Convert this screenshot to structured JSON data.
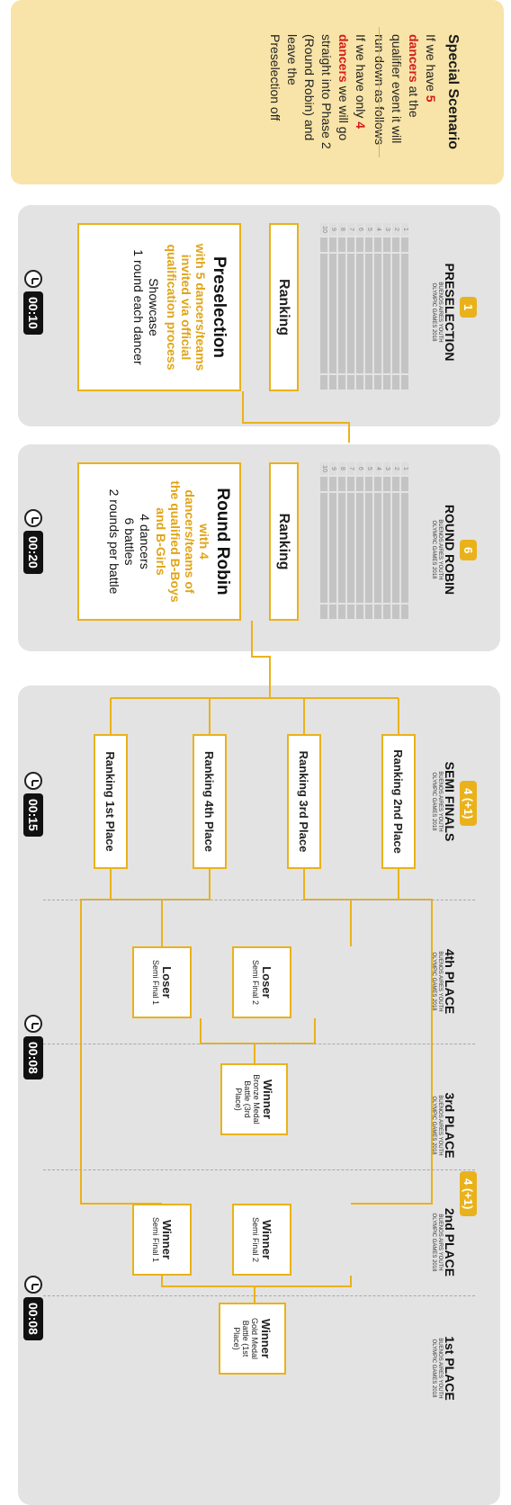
{
  "scenario": {
    "title": "Special Scenario",
    "p1_a": "If we have ",
    "p1_b": "5 dancers",
    "p1_c": " at the qualifier event it will run down as follows",
    "p2_a": "If we have only ",
    "p2_b": "4 dancers",
    "p2_c": " we will go straight into Phase 2 (Round Robin) and leave the Preselection off"
  },
  "phases": {
    "preselection": {
      "timer": "00:10",
      "title": "Preselection",
      "subtitle": "with 5 dancers/teams invited via official qualification process",
      "line1": "Showcase",
      "line2": "1 round each dancer",
      "ranking": "Ranking",
      "badge": "1",
      "label": "PRESELECTION",
      "sub1": "BUENOS AIRES YOUTH",
      "sub2": "OLYMPIC GAMES 2018"
    },
    "round_robin": {
      "timer": "00:20",
      "title": "Round Robin",
      "subtitle": "with 4 dancers/teams of the qualified B-Boys and B-Girls",
      "line1": "4 dancers",
      "line2": "6 battles",
      "line3": "2 rounds per battle",
      "ranking": "Ranking",
      "badge": "6",
      "label": "ROUND ROBIN",
      "sub1": "BUENOS AIRES YOUTH",
      "sub2": "OLYMPIC GAMES 2018"
    },
    "semi_finals": {
      "timer": "00:15",
      "badge": "4 (+1)",
      "label": "SEMI FINALS",
      "sub1": "BUENOS AIRES YOUTH",
      "sub2": "OLYMPIC GAMES 2018",
      "boxes": [
        "Ranking 1st Place",
        "Ranking 4th Place",
        "Ranking 3rd Place",
        "Ranking 2nd Place"
      ]
    },
    "fourth": {
      "label": "4th PLACE",
      "sub1": "BUENOS AIRES YOUTH",
      "sub2": "OLYMPIC GAMES 2018",
      "box1_title": "Loser",
      "box1_sub": "Semi Final 1",
      "box2_title": "Loser",
      "box2_sub": "Semi Final 2"
    },
    "third": {
      "timer": "00:08",
      "badge": "4 (+1)",
      "label": "3rd PLACE",
      "sub1": "BUENOS AIRES YOUTH",
      "sub2": "OLYMPIC GAMES 2018",
      "box_title": "Winner",
      "box_sub": "Bronze Medal Battle (3rd Place)"
    },
    "second": {
      "label": "2nd PLACE",
      "sub1": "BUENOS AIRS YOUTH",
      "sub2": "OLYMPIC GAMES 2018",
      "box1_title": "Winner",
      "box1_sub": "Semi Final 1",
      "box2_title": "Winner",
      "box2_sub": "Semi Final 2"
    },
    "first": {
      "timer": "00:08",
      "label": "1st PLACE",
      "sub1": "BUENOS AIRES YOUTH",
      "sub2": "OLYMPIC GAMES 2018",
      "box_title": "Winner",
      "box_sub": "Gold Medal Battle (1st Place)"
    }
  },
  "table_numbers": [
    "1",
    "2",
    "3",
    "4",
    "5",
    "6",
    "7",
    "8",
    "9",
    "10"
  ],
  "colors": {
    "accent": "#eab21a",
    "panel": "#e3e3e3",
    "scenario": "#f8e4a8",
    "highlight": "#d51c1c"
  }
}
